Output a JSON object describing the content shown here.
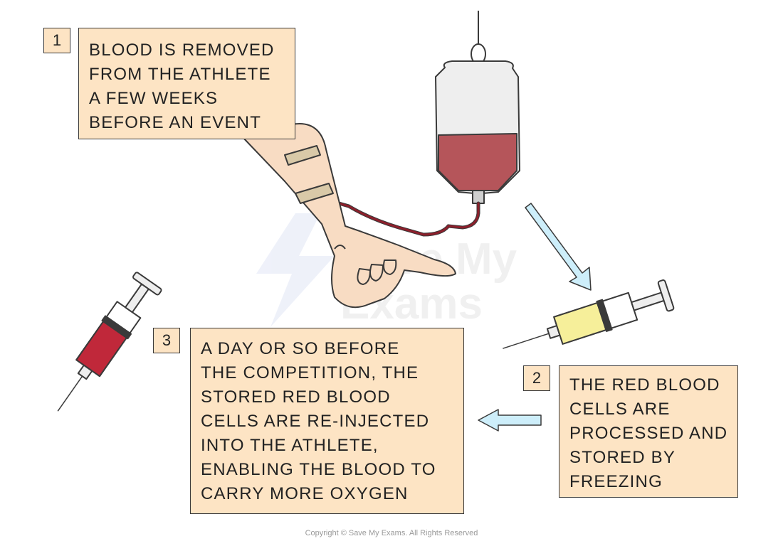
{
  "steps": [
    {
      "number": "1",
      "lines": [
        "BLOOD IS REMOVED",
        "FROM THE ATHLETE",
        "A FEW WEEKS",
        "BEFORE AN EVENT"
      ]
    },
    {
      "number": "2",
      "lines": [
        "THE RED BLOOD",
        "CELLS ARE",
        "PROCESSED AND",
        "STORED BY",
        "FREEZING"
      ]
    },
    {
      "number": "3",
      "lines": [
        "A DAY OR SO BEFORE",
        "THE COMPETITION, THE",
        "STORED RED BLOOD",
        "CELLS ARE RE-INJECTED",
        "INTO THE ATHLETE,",
        "ENABLING THE BLOOD TO",
        "CARRY MORE OXYGEN"
      ]
    }
  ],
  "watermark": {
    "line1": "Save My",
    "line2": "Exams"
  },
  "copyright": "Copyright © Save My Exams. All Rights Reserved",
  "colors": {
    "box_fill": "#fde4c4",
    "blood": "#b5555a",
    "dark_blood": "#c0283a",
    "plasma": "#f6ef9a",
    "arrow": "#cdeefa",
    "skin": "#f8dcc3"
  }
}
